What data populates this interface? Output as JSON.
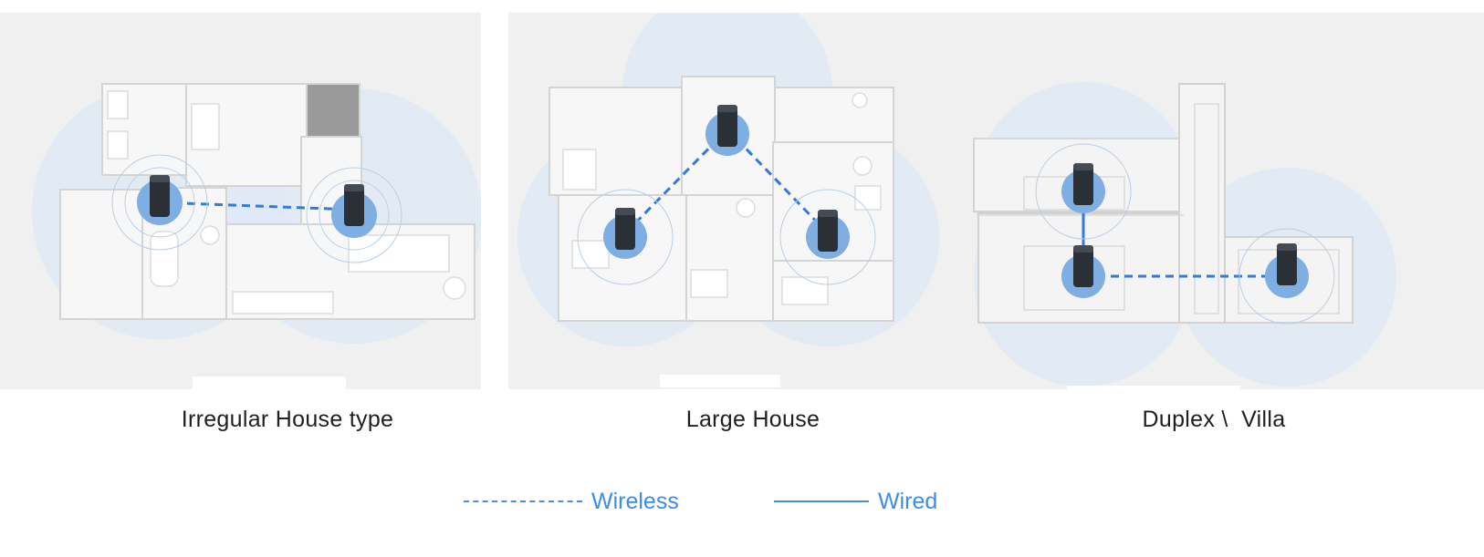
{
  "scenarios": [
    {
      "label": "Irregular House type"
    },
    {
      "label": "Large House"
    },
    {
      "label": "Duplex \\  Villa"
    }
  ],
  "legend": {
    "wireless": "Wireless",
    "wired": "Wired"
  },
  "colors": {
    "panel_background": "#f0f0f0",
    "coverage": "#c9dcf0",
    "node_halo": "#7faee3",
    "link": "#2f7be0",
    "legend_text": "#3d8ce8",
    "node": "#2b2f36"
  },
  "icons": [
    "mesh-router-node-icon",
    "coverage-circle-icon"
  ]
}
